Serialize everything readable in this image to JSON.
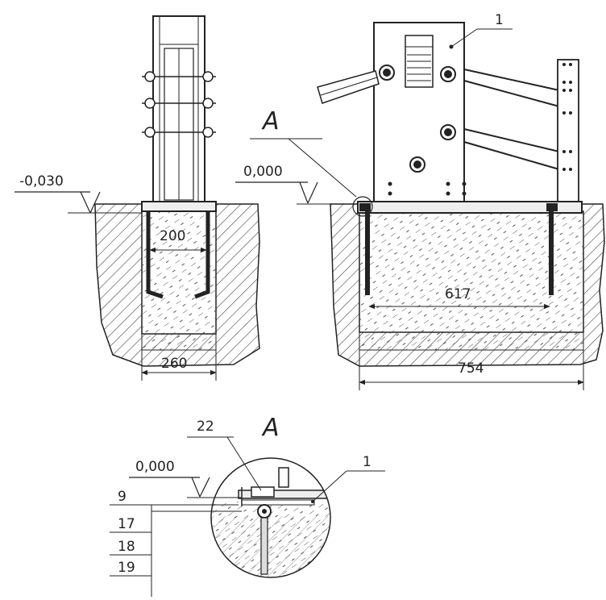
{
  "side_view": {
    "level_label": "-0,030",
    "inner_width": "200",
    "outer_width": "260"
  },
  "front_view": {
    "position_label": "1",
    "detail_label": "A",
    "level_label": "0,000",
    "inner_width": "617",
    "outer_width": "754"
  },
  "detail": {
    "title": "A",
    "level_label": "0,000",
    "part_labels": [
      "22",
      "1"
    ],
    "stack_labels": [
      "9",
      "17",
      "18",
      "19"
    ]
  },
  "colors": {
    "line": "#222222",
    "fill_light": "#f2f2f2",
    "hatch": "#444444"
  }
}
